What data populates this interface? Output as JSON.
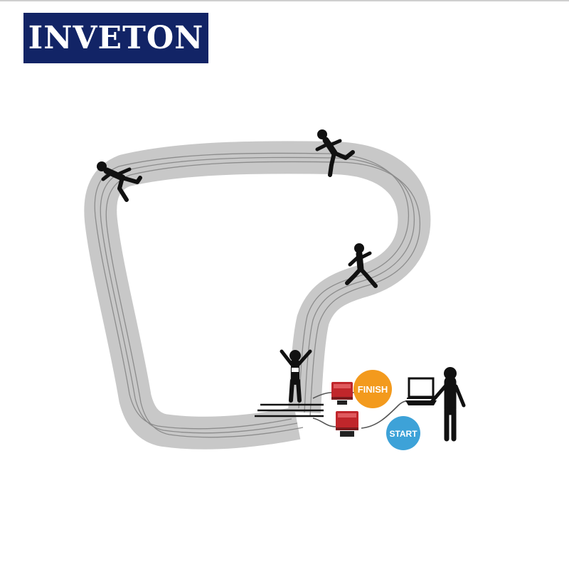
{
  "brand": {
    "name": "INVETON",
    "color": "#122466"
  },
  "badges": {
    "finish": {
      "label": "FINISH",
      "color": "#f39a1d"
    },
    "start": {
      "label": "START",
      "color": "#3da2d8"
    }
  },
  "colors": {
    "track": "#c8c8c8",
    "lane_lines": "#8c8c8c",
    "figures": "#111111",
    "reader_case": "#c0262b",
    "cable": "#555555"
  },
  "icons": [
    "runner-icon",
    "finisher-icon",
    "rfid-reader-icon",
    "laptop-icon",
    "operator-icon"
  ]
}
